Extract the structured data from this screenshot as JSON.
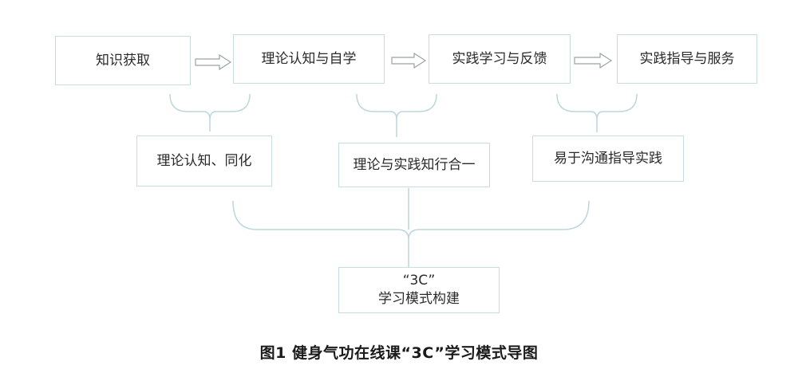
{
  "diagram": {
    "stages": [
      {
        "label": "知识获取"
      },
      {
        "label": "理论认知与自学"
      },
      {
        "label": "实践学习与反馈"
      },
      {
        "label": "实践指导与服务"
      }
    ],
    "outcomes": [
      {
        "label": "理论认知、同化"
      },
      {
        "label": "理论与实践知行合一"
      },
      {
        "label": "易于沟通指导实践"
      }
    ],
    "final": {
      "line1": "“3C”",
      "line2": "学习模式构建"
    },
    "caption": "图1  健身气功在线课“3C”学习模式导图",
    "colors": {
      "box_border": "#c7dde0",
      "connector": "#bcd7db",
      "text": "#2a2a2a"
    }
  }
}
